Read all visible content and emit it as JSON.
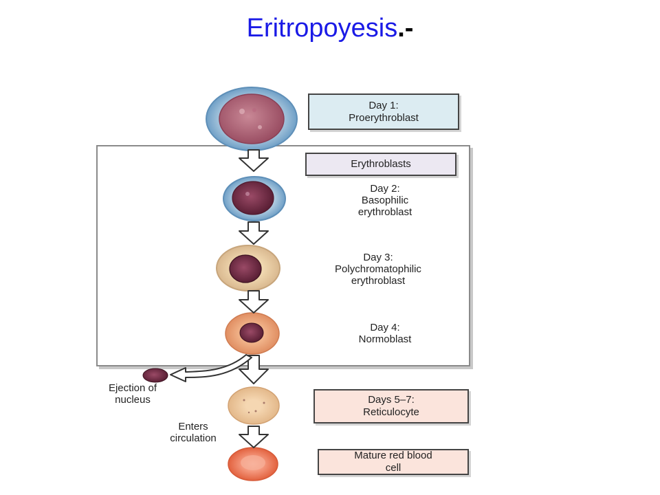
{
  "title": "Eritropoyesis",
  "title_suffix": ".-",
  "stages": {
    "day1": "Day 1:\nProerythroblast",
    "erythroblasts": "Erythroblasts",
    "day2": "Day 2:\nBasophilic\nerythroblast",
    "day3": "Day 3:\nPolychromatophilic\nerythroblast",
    "day4": "Day 4:\nNormoblast",
    "days57": "Days 5–7:\nReticulocyte",
    "mature": "Mature red blood\ncell"
  },
  "notes": {
    "ejection": "Ejection of\nnucleus",
    "enters": "Enters\ncirculation"
  },
  "colors": {
    "title": "#1a1ae6",
    "day1_box": "#dcecf2",
    "erythroblasts_box": "#ece8f2",
    "reticulocyte_box": "#fbe4dc",
    "mature_box": "#fbe4dc"
  }
}
